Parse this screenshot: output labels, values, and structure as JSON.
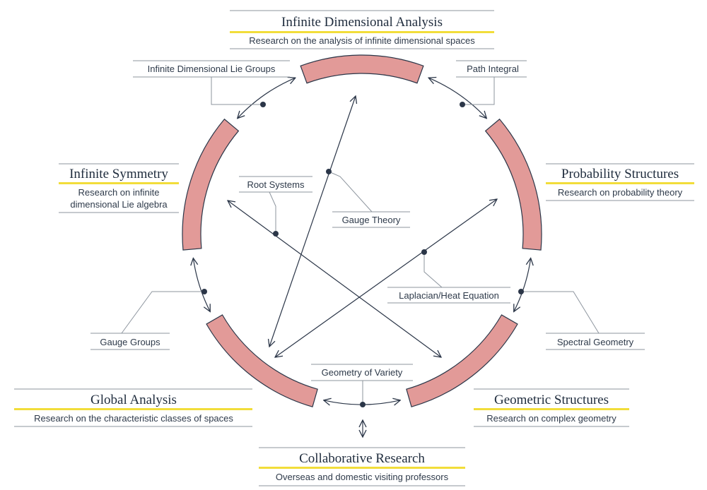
{
  "areas": {
    "top": {
      "title": "Infinite Dimensional Analysis",
      "description": "Research on the analysis of infinite dimensional spaces"
    },
    "right": {
      "title": "Probability Structures",
      "description": "Research on probability theory"
    },
    "bottom_right": {
      "title": "Geometric Structures",
      "description": "Research on complex geometry"
    },
    "bottom_left": {
      "title": "Global Analysis",
      "description": "Research on the characteristic classes of spaces"
    },
    "left": {
      "title": "Infinite Symmetry",
      "description_line1": "Research on infinite",
      "description_line2": "dimensional Lie algebra"
    }
  },
  "links": {
    "lie_groups": "Infinite Dimensional Lie Groups",
    "path_integral": "Path Integral",
    "root_systems": "Root Systems",
    "gauge_theory": "Gauge Theory",
    "laplacian": "Laplacian/Heat Equation",
    "gauge_groups": "Gauge Groups",
    "spectral_geometry": "Spectral Geometry",
    "geometry_of_variety": "Geometry of Variety"
  },
  "collaboration": {
    "title": "Collaborative Research",
    "description": "Overseas and domestic visiting professors"
  },
  "colors": {
    "segment_fill": "#e29a98",
    "accent_bar": "#f2dd3a",
    "line": "#2b3648"
  }
}
